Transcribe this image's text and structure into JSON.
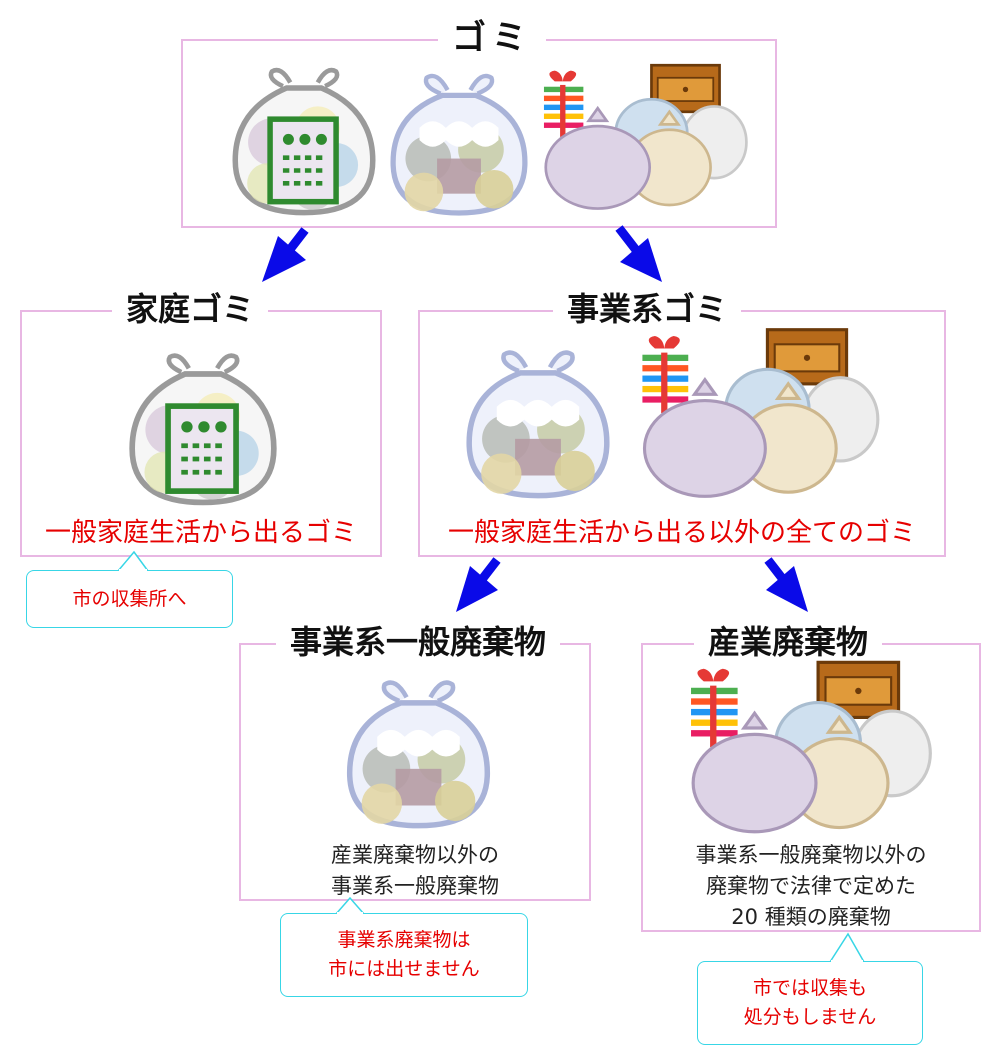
{
  "root": {
    "title": "ゴミ"
  },
  "household": {
    "title": "家庭ゴミ",
    "caption": "一般家庭生活から出るゴミ",
    "callout": "市の収集所へ"
  },
  "business": {
    "title": "事業系ゴミ",
    "caption": "一般家庭生活から出る以外の全てのゴミ"
  },
  "business_general": {
    "title": "事業系一般廃棄物",
    "desc_lines": [
      "産業廃棄物以外の",
      "事業系一般廃棄物"
    ],
    "callout_lines": [
      "事業系廃棄物は",
      "市には出せません"
    ]
  },
  "industrial": {
    "title": "産業廃棄物",
    "desc_lines": [
      "事業系一般廃棄物以外の",
      "廃棄物で法律で定めた",
      "20 種類の廃棄物"
    ],
    "callout_lines": [
      "市では収集も",
      "処分もしません"
    ]
  },
  "colors": {
    "box_border": "#e8b7e3",
    "arrow": "#0a0ae8",
    "callout_border": "#38d6e6",
    "alert_text": "#e60000"
  },
  "icons": {
    "household_bag": "designated-garbage-bag-icon",
    "clear_bag": "clear-garbage-bag-icon",
    "bulky_pile": "bulky-garbage-pile-icon",
    "arrow": "arrow-down-icon"
  }
}
